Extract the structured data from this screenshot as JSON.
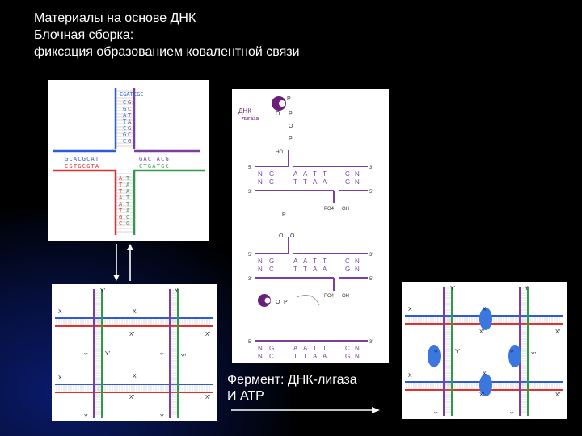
{
  "title": {
    "line1": "Материалы на основе ДНК",
    "line2": "Блочная сборка:",
    "line3": "фиксация образованием ковалентной связи"
  },
  "cross": {
    "top_left": "CGATCGC",
    "top_right": "GCTAGCG",
    "arm_left_top": "GCACGCAT",
    "arm_left_bottom": "CGTGCGTA",
    "arm_right_top": "GACTACG",
    "arm_right_bottom": "CTGATGC",
    "bottom_left": "ATTAATGC",
    "bottom_right": "TAATTACG"
  },
  "ligation": {
    "enzyme": "ДНК",
    "enzyme2": "лигаза",
    "phosphate": "P",
    "oxygen": "O",
    "ho": "HO",
    "oh": "OH",
    "po4": "PO4",
    "top_seq": [
      "N",
      "G",
      "A",
      "A",
      "T",
      "T",
      "C",
      "N"
    ],
    "bot_seq": [
      "N",
      "C",
      "T",
      "T",
      "A",
      "A",
      "G",
      "N"
    ],
    "end5": "5'",
    "end3": "3'"
  },
  "lattice": {
    "x": "X",
    "xp": "X'",
    "y": "Y",
    "yp": "Y'"
  },
  "caption": {
    "line1": "Фермент: ДНК-лигаза",
    "line2": "И АТР"
  },
  "colors": {
    "blue": "#2f5bd8",
    "purple": "#7a3fa0",
    "red": "#e03030",
    "green": "#2f9a4a",
    "ligase": "#6a1f7a",
    "node": "#3a78e0"
  }
}
